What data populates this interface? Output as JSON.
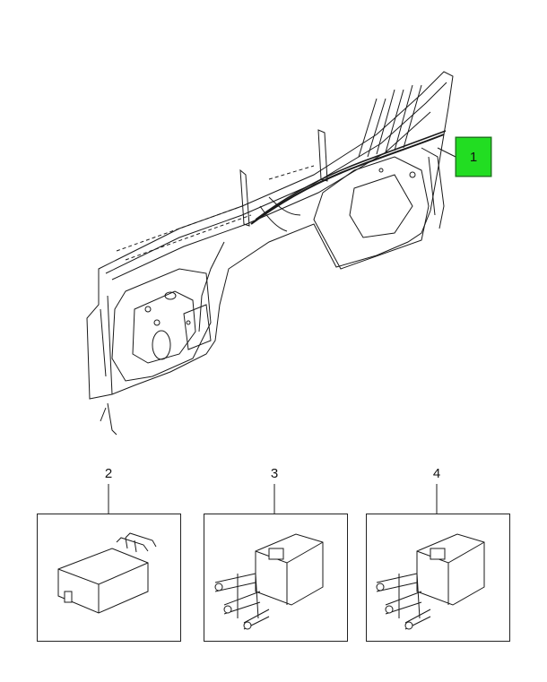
{
  "callouts": {
    "main_harness": "1",
    "relay_a": "2",
    "relay_b": "3",
    "relay_c": "4"
  },
  "colors": {
    "callout_fill": "#22dd22",
    "line": "#1a1a1a"
  }
}
